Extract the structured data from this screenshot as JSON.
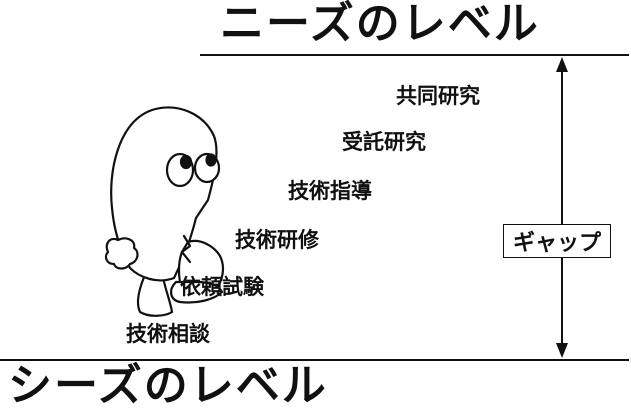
{
  "diagram": {
    "top_level_label": "ニーズのレベル",
    "bottom_level_label": "シーズのレベル",
    "gap_label": "ギャップ",
    "steps": [
      "技術相談",
      "依頼試験",
      "技術研修",
      "技術指導",
      "受託研究",
      "共同研究"
    ]
  }
}
